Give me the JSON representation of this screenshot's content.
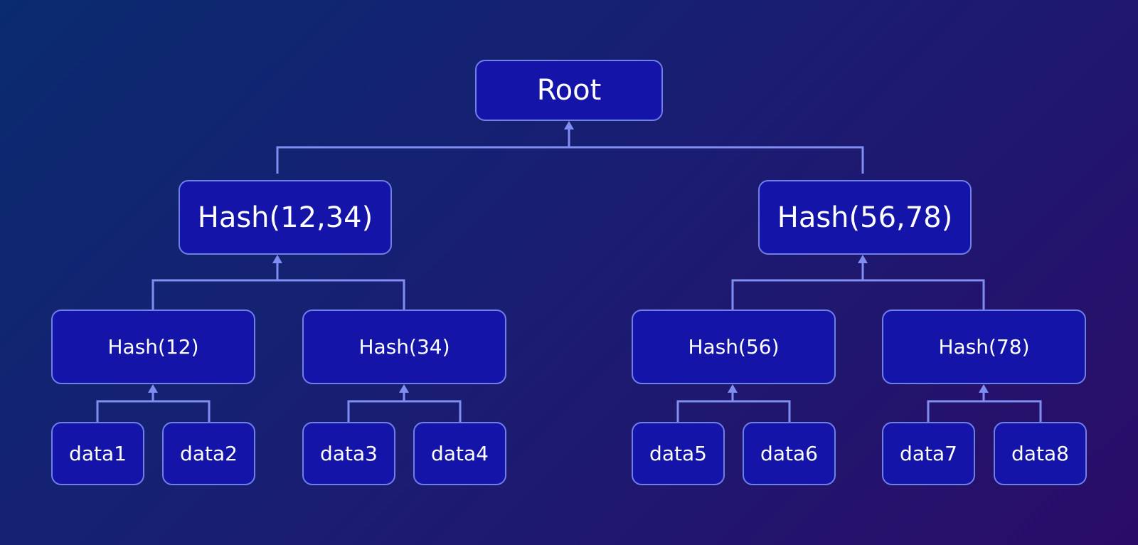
{
  "diagram": {
    "root": {
      "label": "Root",
      "children": [
        {
          "label": "Hash(12,34)",
          "children": [
            {
              "label": "Hash(12)",
              "children": [
                {
                  "label": "data1"
                },
                {
                  "label": "data2"
                }
              ]
            },
            {
              "label": "Hash(34)",
              "children": [
                {
                  "label": "data3"
                },
                {
                  "label": "data4"
                }
              ]
            }
          ]
        },
        {
          "label": "Hash(56,78)",
          "children": [
            {
              "label": "Hash(56)",
              "children": [
                {
                  "label": "data5"
                },
                {
                  "label": "data6"
                }
              ]
            },
            {
              "label": "Hash(78)",
              "children": [
                {
                  "label": "data7"
                },
                {
                  "label": "data8"
                }
              ]
            }
          ]
        }
      ]
    },
    "colors": {
      "node_fill": "#1414a8",
      "node_border": "#6f7fe8",
      "connector": "#7f8ef0",
      "text": "#ffffff"
    }
  }
}
